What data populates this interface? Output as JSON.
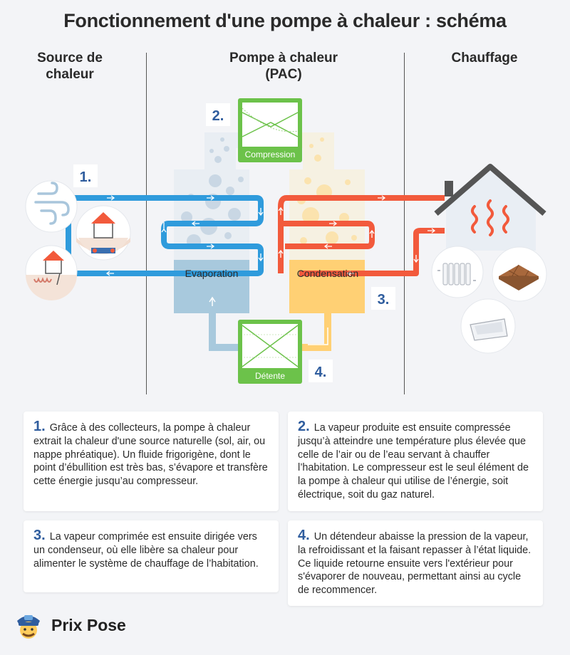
{
  "title": "Fonctionnement d'une pompe à chaleur : schéma",
  "columns": {
    "source": "Source de chaleur",
    "pac": "Pompe à chaleur (PAC)",
    "heating": "Chauffage"
  },
  "boxes": {
    "compression": "Compression",
    "evaporation": "Evaporation",
    "condensation": "Condensation",
    "detente": "Détente"
  },
  "step_markers": [
    "1.",
    "2.",
    "3.",
    "4."
  ],
  "cards": [
    {
      "number": "1.",
      "text": "Grâce à des collecteurs, la pompe à chaleur extrait la chaleur d'une source naturelle (sol, air, ou nappe phréatique). Un fluide frigorigène, dont le point d’ébullition est très bas, s’évapore et transfère cette énergie jusqu’au compresseur."
    },
    {
      "number": "2.",
      "text": "La vapeur produite est ensuite compressée jusqu’à atteindre une température plus élevée que celle de l’air ou de l’eau servant à chauffer l’habitation. Le compresseur est le seul élément de la pompe à chaleur qui utilise de l’énergie, soit électrique, soit du gaz naturel."
    },
    {
      "number": "3.",
      "text": "La vapeur comprimée est ensuite dirigée vers un condenseur, où elle libère sa chaleur pour alimenter le système de chauffage de l’habitation."
    },
    {
      "number": "4.",
      "text": "Un détendeur abaisse la pression de la vapeur, la refroidissant et la faisant repasser à l’état liquide. Ce liquide retourne ensuite vers l'extérieur pour s'évaporer de nouveau, permettant ainsi au cycle de recommencer."
    }
  ],
  "brand": "Prix Pose",
  "colors": {
    "cold_pipe": "#2f9bdc",
    "hot_pipe": "#f25a3c",
    "green_box": "#6cc24a",
    "evap_tank": "#a8c9dd",
    "cond_tank": "#ffd074",
    "step_number": "#2f5d9e"
  }
}
